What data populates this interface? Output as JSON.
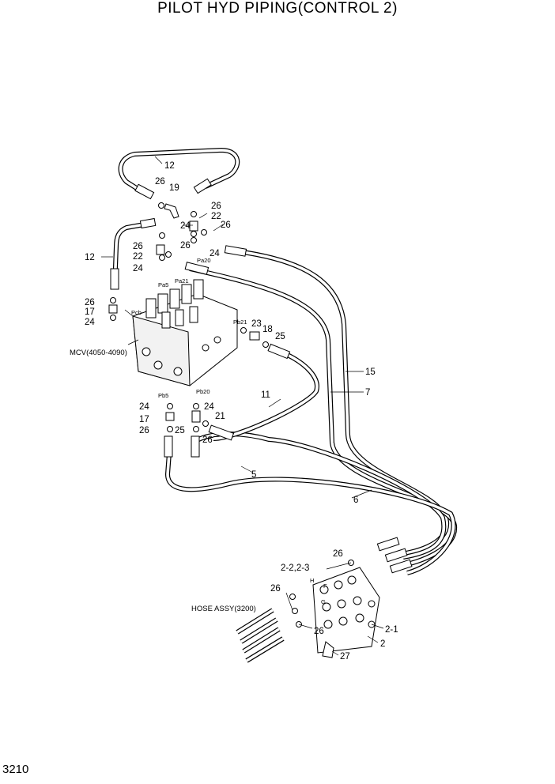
{
  "title": "PILOT HYD PIPING(CONTROL 2)",
  "page_number": "3210",
  "callouts": {
    "c12_top": "12",
    "c26_a": "26",
    "c19": "19",
    "c26_b": "26",
    "c22_a": "22",
    "c26_c": "26",
    "c24_a": "24",
    "c26_d": "26",
    "c24_b": "24",
    "c26_e": "26",
    "c22_b": "22",
    "c24_c": "24",
    "c12_left": "12",
    "c26_f": "26",
    "c17_a": "17",
    "c24_d": "24",
    "c23": "23",
    "c18": "18",
    "c25_a": "25",
    "c15": "15",
    "c7": "7",
    "c11": "11",
    "c24_e": "24",
    "c24_f": "24",
    "c17_b": "17",
    "c21": "21",
    "c26_g": "26",
    "c25_b": "25",
    "c26_h": "26",
    "c5": "5",
    "c6": "6",
    "c26_i": "26",
    "c2_2": "2-2,2-3",
    "c26_j": "26",
    "c26_k": "26",
    "c2_1": "2-1",
    "c2": "2",
    "c27": "27"
  },
  "tags": {
    "pa5": "Pa5",
    "pa21": "Pa21",
    "pa20": "Pa20",
    "pcb": "Pcb",
    "pb21": "Pb21",
    "pb5": "Pb5",
    "pb20": "Pb20",
    "port_h": "H",
    "port_f": "F",
    "port_g": "G"
  },
  "notes": {
    "mcv": "MCV(4050-4090)",
    "hose_assy": "HOSE ASSY(3200)"
  }
}
